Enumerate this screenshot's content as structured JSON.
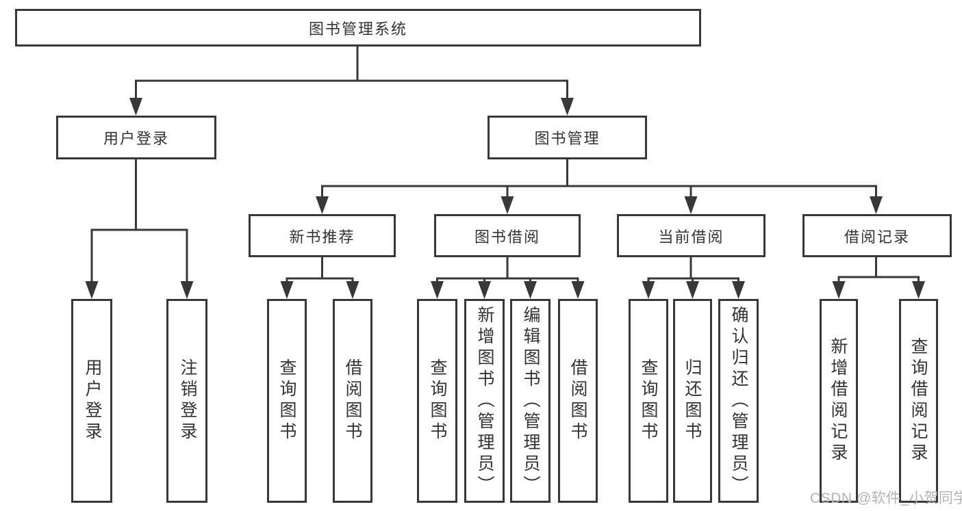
{
  "tree": {
    "root": {
      "label": "图书管理系统"
    },
    "branches": [
      {
        "label": "用户登录",
        "children": [
          {
            "label": "用户登录"
          },
          {
            "label": "注销登录"
          }
        ]
      },
      {
        "label": "图书管理",
        "groups": [
          {
            "label": "新书推荐",
            "children": [
              {
                "label": "查询图书"
              },
              {
                "label": "借阅图书"
              }
            ]
          },
          {
            "label": "图书借阅",
            "children": [
              {
                "label": "查询图书"
              },
              {
                "label": "新增图书（管理员）"
              },
              {
                "label": "编辑图书（管理员）"
              },
              {
                "label": "借阅图书"
              }
            ]
          },
          {
            "label": "当前借阅",
            "children": [
              {
                "label": "查询图书"
              },
              {
                "label": "归还图书"
              },
              {
                "label": "确认归还（管理员）"
              }
            ]
          },
          {
            "label": "借阅记录",
            "children": [
              {
                "label": "新增借阅记录"
              },
              {
                "label": "查询借阅记录"
              }
            ]
          }
        ]
      }
    ]
  },
  "watermark": {
    "text": "CSDN @软件_小贺同学"
  },
  "colors": {
    "line": "#383838",
    "text": "#333333",
    "watermark": "#b3b3b3",
    "background": "#ffffff"
  }
}
